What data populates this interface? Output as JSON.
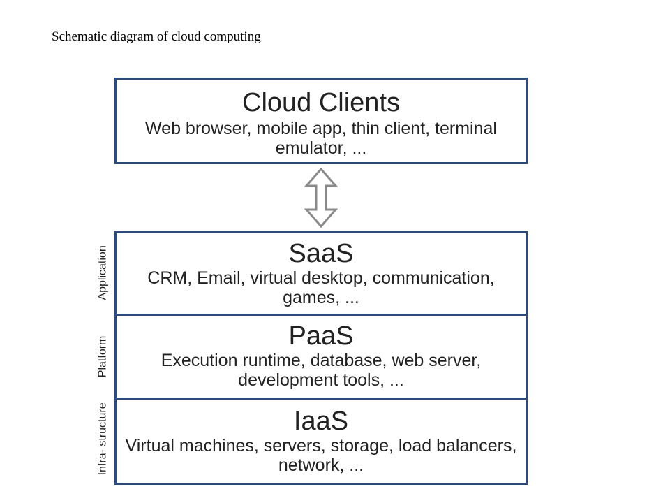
{
  "title": "Schematic  diagram  of cloud  computing",
  "clients": {
    "heading": "Cloud Clients",
    "description": "Web browser, mobile app, thin client, terminal emulator, ..."
  },
  "layers": {
    "saas": {
      "heading": "SaaS",
      "description": "CRM, Email, virtual desktop, communication, games, ...",
      "side_label": "Application"
    },
    "paas": {
      "heading": "PaaS",
      "description": "Execution runtime, database, web server, development tools, ...",
      "side_label": "Platform"
    },
    "iaas": {
      "heading": "IaaS",
      "description": "Virtual machines, servers, storage, load balancers, network, ...",
      "side_label": "Infra- structure"
    }
  },
  "colors": {
    "box_border": "#2e4a7a",
    "arrow_stroke": "#8a8a8a"
  },
  "icons": {
    "connection": "double-arrow-vertical-icon"
  }
}
